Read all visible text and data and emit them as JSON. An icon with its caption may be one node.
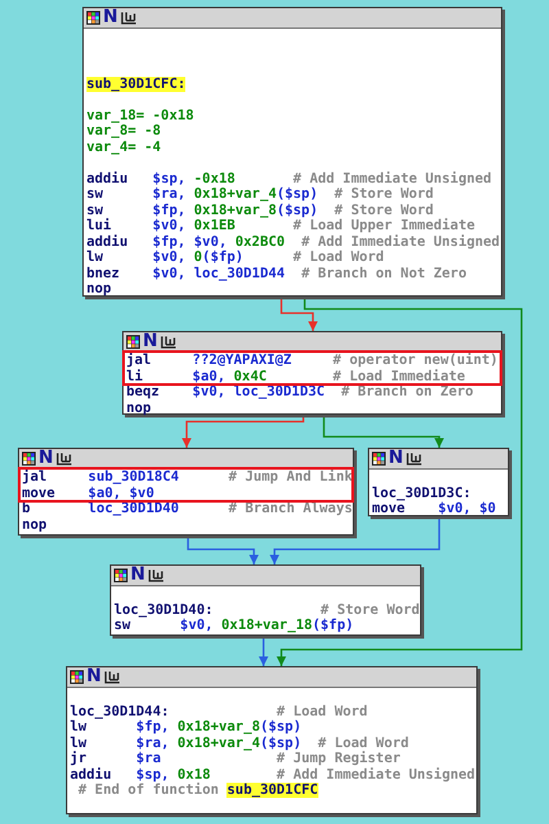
{
  "diagram": {
    "nodes": [
      {
        "text": [
          "sub_30D1CFC:",
          "var_18= -0x18",
          "var_8= -8",
          "var_4= -4",
          "addiu",
          "$sp,",
          "-0x18",
          "# Add Immediate Unsigned",
          "sw",
          "$ra,",
          "0x18+var_4",
          "($sp)",
          "# Store Word",
          "sw",
          "$fp,",
          "0x18+var_8",
          "($sp)",
          "# Store Word",
          "lui",
          "$v0,",
          "0x1EB",
          "# Load Upper Immediate",
          "addiu",
          "$fp,",
          "$v0,",
          "0x2BC0",
          "# Add Immediate Unsigned",
          "lw",
          "$v0,",
          "0",
          "($fp)",
          "# Load Word",
          "bnez",
          "$v0,",
          "loc_30D1D44",
          "# Branch on Not Zero",
          "nop"
        ]
      },
      {
        "text": [
          "jal",
          "??2@YAPAXI@Z",
          "# operator new(uint)",
          "li",
          "$a0,",
          "0x4C",
          "# Load Immediate",
          "beqz",
          "$v0,",
          "loc_30D1D3C",
          "# Branch on Zero",
          "nop"
        ]
      },
      {
        "text": [
          "jal",
          "sub_30D18C4",
          "# Jump And Link",
          "move",
          "$a0,",
          "$v0",
          "b",
          "loc_30D1D40",
          "# Branch Always",
          "nop"
        ]
      },
      {
        "text": [
          "loc_30D1D3C:",
          "move",
          "$v0,",
          "$0"
        ]
      },
      {
        "text": [
          "loc_30D1D40:",
          "# Store Word",
          "sw",
          "$v0,",
          "0x18+var_18",
          "($fp)"
        ]
      },
      {
        "text": [
          "loc_30D1D44:",
          "# Load Word",
          "lw",
          "$fp,",
          "0x18+var_8",
          "($sp)",
          "lw",
          "$ra,",
          "0x18+var_4",
          "($sp)",
          "# Load Word",
          "jr",
          "$ra",
          "# Jump Register",
          "addiu",
          "$sp,",
          "0x18",
          "# Add Immediate Unsigned",
          "# End of function",
          "sub_30D1CFC"
        ]
      }
    ],
    "edges": [
      {
        "from": 0,
        "to": 1,
        "arrow": "to",
        "color": "#e8302a"
      },
      {
        "from": 1,
        "to": 2,
        "arrow": "to",
        "color": "#e8302a"
      },
      {
        "from": 1,
        "to": 3,
        "arrow": "to",
        "color": "#118a1c"
      },
      {
        "from": 2,
        "to": 4,
        "arrow": "to",
        "color": "#2a5fe0"
      },
      {
        "from": 3,
        "to": 4,
        "arrow": "to",
        "color": "#2a5fe0"
      },
      {
        "from": 4,
        "to": 5,
        "arrow": "to",
        "color": "#2a5fe0"
      },
      {
        "from": 0,
        "to": 5,
        "arrow": "to",
        "color": "#118a1c"
      }
    ],
    "labels": [
      "N",
      "N",
      "N",
      "N",
      "N",
      "N"
    ]
  }
}
